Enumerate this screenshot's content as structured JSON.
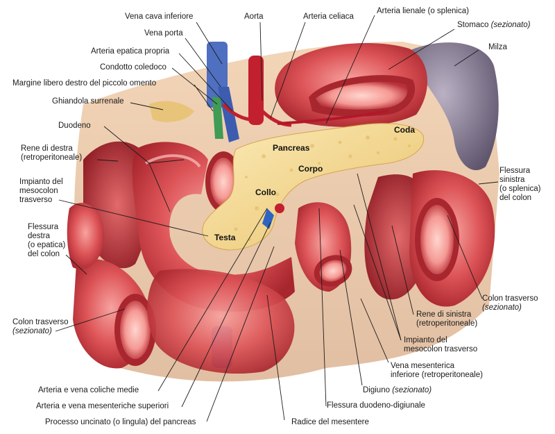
{
  "labels": {
    "vena_cava_inferiore": "Vena cava inferiore",
    "aorta": "Aorta",
    "arteria_celiaca": "Arteria celiaca",
    "arteria_lienale": "Arteria lienale (o splenica)",
    "stomaco": "Stomaco",
    "stomaco_note": "(sezionato)",
    "vena_porta": "Vena porta",
    "milza": "Milza",
    "arteria_epatica": "Arteria epatica propria",
    "condotto_coledoco": "Condotto coledoco",
    "margine_libero": "Margine libero destro del piccolo omento",
    "ghiandola_surrenale": "Ghiandola surrenale",
    "duodeno": "Duodeno",
    "rene_destra_1": "Rene di destra",
    "rene_destra_2": "(retroperitoneale)",
    "impianto_mesocolon_l1": "Impianto del",
    "impianto_mesocolon_l2": "mesocolon",
    "impianto_mesocolon_l3": "trasverso",
    "flessura_destra_l1": "Flessura",
    "flessura_destra_l2": "destra",
    "flessura_destra_l3": "(o epatica)",
    "flessura_destra_l4": "del colon",
    "colon_trasverso_left": "Colon trasverso",
    "colon_trasverso_left_note": "(sezionato)",
    "flessura_sinistra_l1": "Flessura",
    "flessura_sinistra_l2": "sinistra",
    "flessura_sinistra_l3": "(o splenica)",
    "flessura_sinistra_l4": "del colon",
    "colon_trasverso_right": "Colon trasverso",
    "colon_trasverso_right_note": "(sezionato)",
    "rene_sinistra_1": "Rene di sinistra",
    "rene_sinistra_2": "(retroperitoneale)",
    "impianto_right_1": "Impianto del",
    "impianto_right_2": "mesocolon trasverso",
    "vena_mesenterica_1": "Vena mesenterica",
    "vena_mesenterica_2": "inferiore (retroperitoneale)",
    "digiuno": "Digiuno",
    "digiuno_note": "(sezionato)",
    "flessura_duodeno": "Flessura duodeno-digiunale",
    "radice_mesentere": "Radice del mesentere",
    "arteria_coliche": "Arteria e vena coliche medie",
    "arteria_mesenteriche": "Arteria e vena mesenteriche superiori",
    "processo_uncinato": "Processo uncinato (o lingula) del pancreas",
    "pancreas": "Pancreas",
    "coda": "Coda",
    "corpo": "Corpo",
    "collo": "Collo",
    "testa": "Testa"
  },
  "colors": {
    "organ_red": "#d9454a",
    "organ_pink": "#ef8f8d",
    "pancreas": "#f2d98c",
    "milza": "#8a7f97",
    "vein_blue": "#4f6fc0",
    "artery_red": "#c2202e",
    "bile_green": "#3f9b55",
    "leader": "#1a1a1a"
  }
}
